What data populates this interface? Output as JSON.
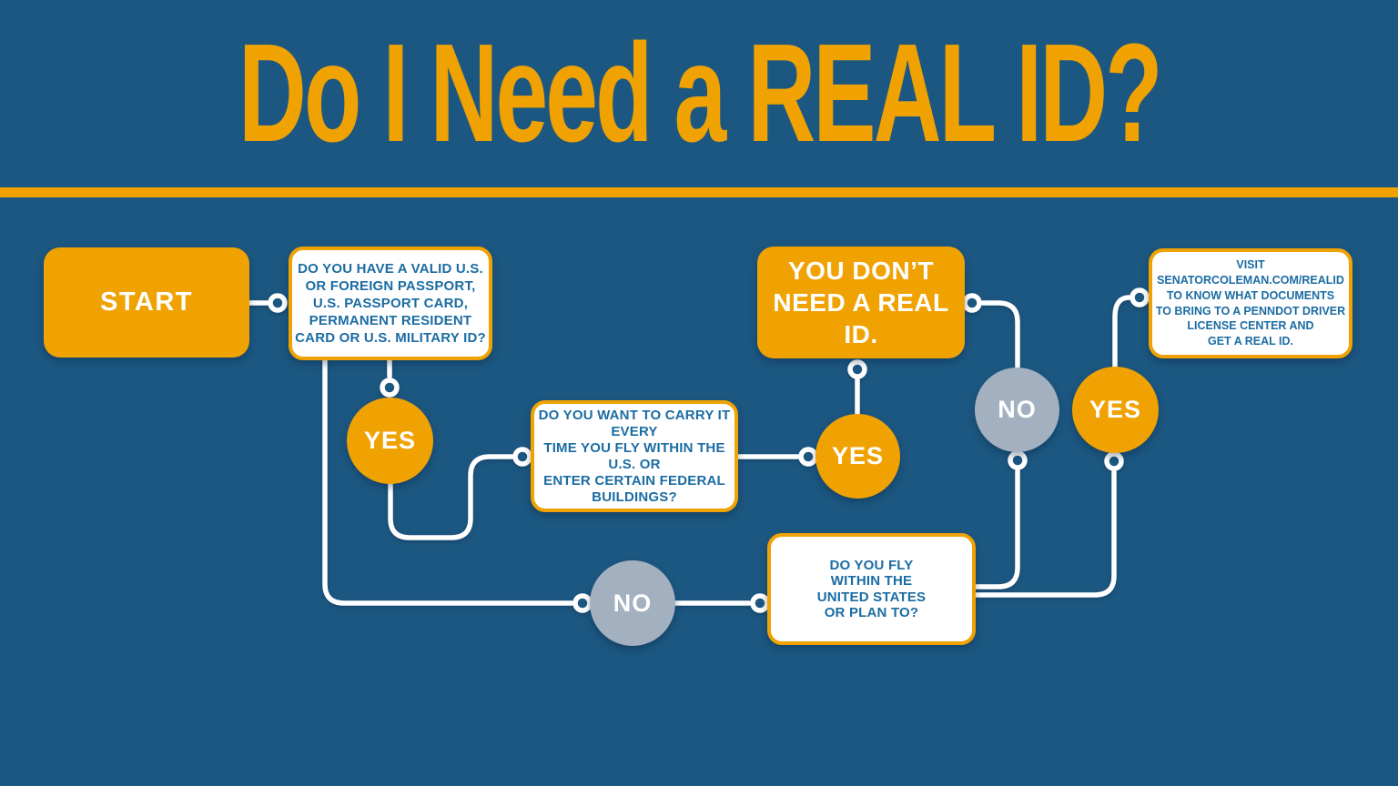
{
  "title": "Do I Need a REAL ID?",
  "colors": {
    "background": "#1C5781",
    "accent_orange": "#F0A202",
    "gray_circle": "#A2B0C0",
    "question_text": "#1B6CA3",
    "white_color": "#FFFFFF"
  },
  "nodes": {
    "start": {
      "label": "START"
    },
    "passport_question": {
      "text": "DO YOU HAVE A VALID U.S.\nOR FOREIGN PASSPORT,\nU.S. PASSPORT CARD,\nPERMANENT RESIDENT\nCARD OR U.S. MILITARY ID?"
    },
    "yes_passport": {
      "label": "YES"
    },
    "carry_question": {
      "text": "DO YOU WANT TO CARRY IT EVERY\nTIME YOU FLY WITHIN THE U.S. OR\nENTER CERTAIN FEDERAL\nBUILDINGS?"
    },
    "yes_carry": {
      "label": "YES"
    },
    "no_need_result": {
      "text": "YOU DON’T\nNEED A REAL ID."
    },
    "no_fly": {
      "label": "NO"
    },
    "yes_fly": {
      "label": "YES"
    },
    "visit_result": {
      "text": "VISIT\nSENATORCOLEMAN.COM/REALID\nTO KNOW WHAT DOCUMENTS\nTO BRING TO A PENNDOT DRIVER\nLICENSE CENTER AND\nGET A REAL ID."
    },
    "no_carry": {
      "label": "NO"
    },
    "fly_question": {
      "text": "DO YOU FLY\nWITHIN THE\nUNITED STATES\nOR PLAN TO?"
    }
  }
}
